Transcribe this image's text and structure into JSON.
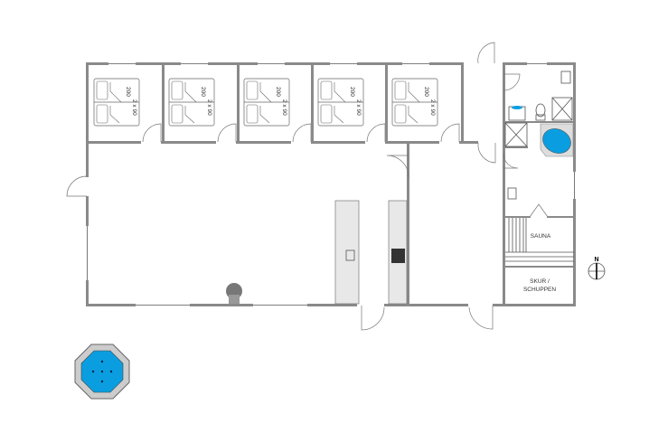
{
  "bedrooms": [
    {
      "length": "200",
      "width": "2 x 90"
    },
    {
      "length": "200",
      "width": "2 x 90"
    },
    {
      "length": "200",
      "width": "2 x 90"
    },
    {
      "length": "200",
      "width": "2 x 90"
    },
    {
      "length": "200",
      "width": "2 x 90"
    }
  ],
  "rooms": {
    "sauna": "SAUNA",
    "shed_line1": "SKUR /",
    "shed_line2": "SCHUPPEN"
  },
  "compass": {
    "north": "N"
  },
  "colors": {
    "water": "#0a9ee0",
    "wall": "#8a8a8a",
    "counter": "#e8e8e8"
  }
}
